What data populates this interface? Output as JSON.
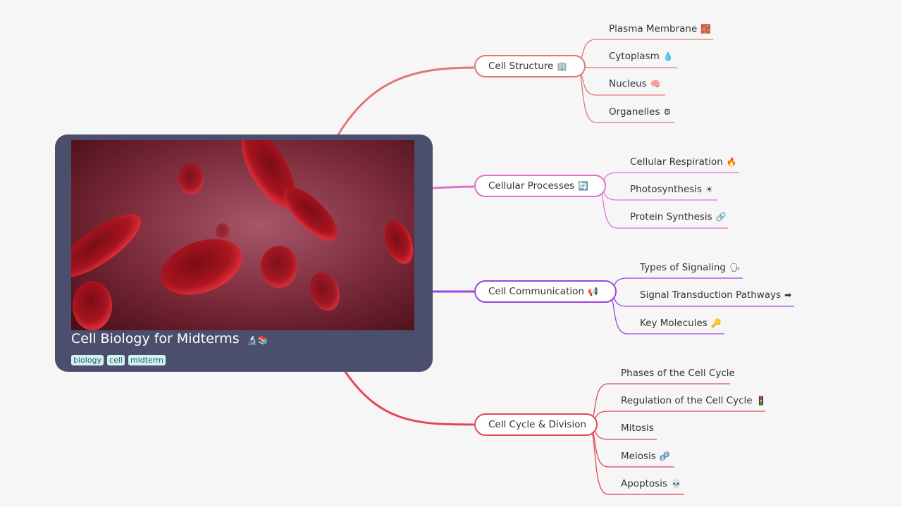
{
  "root": {
    "title": "Cell Biology for Midterms",
    "title_emoji": "🔬📚",
    "tags": [
      "biology",
      "cell",
      "midterm"
    ]
  },
  "branches": [
    {
      "label": "Cell Structure",
      "emoji": "🏢",
      "color": "#e07777",
      "children": [
        {
          "label": "Plasma Membrane",
          "emoji": "🧱"
        },
        {
          "label": "Cytoplasm",
          "emoji": "💧"
        },
        {
          "label": "Nucleus",
          "emoji": "🧠"
        },
        {
          "label": "Organelles",
          "emoji": "⚙"
        }
      ]
    },
    {
      "label": "Cellular Processes",
      "emoji": "🔄",
      "color": "#e36fcf",
      "children": [
        {
          "label": "Cellular Respiration",
          "emoji": "🔥"
        },
        {
          "label": "Photosynthesis",
          "emoji": "☀"
        },
        {
          "label": "Protein Synthesis",
          "emoji": "🔗"
        }
      ]
    },
    {
      "label": "Cell Communication",
      "emoji": "📢",
      "color": "#9a45de",
      "children": [
        {
          "label": "Types of Signaling",
          "emoji": "🗣"
        },
        {
          "label": "Signal Transduction Pathways",
          "emoji": "➡"
        },
        {
          "label": "Key Molecules",
          "emoji": "🔑"
        }
      ]
    },
    {
      "label": "Cell Cycle & Division",
      "emoji": "",
      "color": "#e0485a",
      "children": [
        {
          "label": "Phases of the Cell Cycle",
          "emoji": ""
        },
        {
          "label": "Regulation of the Cell Cycle",
          "emoji": "🚦"
        },
        {
          "label": "Mitosis",
          "emoji": ""
        },
        {
          "label": "Meiosis",
          "emoji": "🧬"
        },
        {
          "label": "Apoptosis",
          "emoji": "💀"
        }
      ]
    }
  ]
}
